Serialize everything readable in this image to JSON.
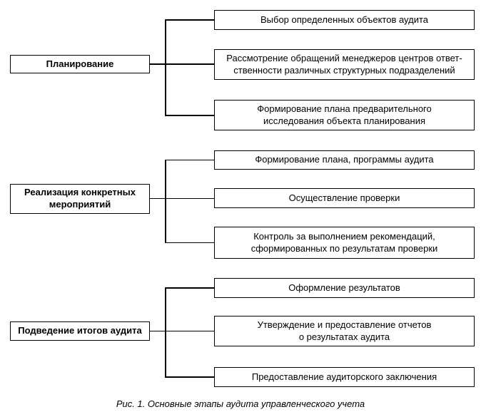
{
  "figure": {
    "caption": "Рис. 1. Основные этапы аудита управленческого учета"
  },
  "colors": {
    "background": "#ffffff",
    "line": "#000000",
    "text": "#000000"
  },
  "groups": [
    {
      "stage": "Планирование",
      "steps": [
        "Выбор определенных объектов аудита",
        "Рассмотрение обращений менеджеров центров ответ-\nственности различных структурных подразделений",
        "Формирование плана предварительного\nисследования объекта планирования"
      ]
    },
    {
      "stage": "Реализация конкретных\nмероприятий",
      "steps": [
        "Формирование плана, программы аудита",
        "Осуществление проверки",
        "Контроль за выполнением рекомендаций,\nсформированных по результатам проверки"
      ]
    },
    {
      "stage": "Подведение итогов аудита",
      "steps": [
        "Оформление результатов",
        "Утверждение и предоставление отчетов\nо результатах аудита",
        "Предоставление аудиторского заключения"
      ]
    }
  ]
}
